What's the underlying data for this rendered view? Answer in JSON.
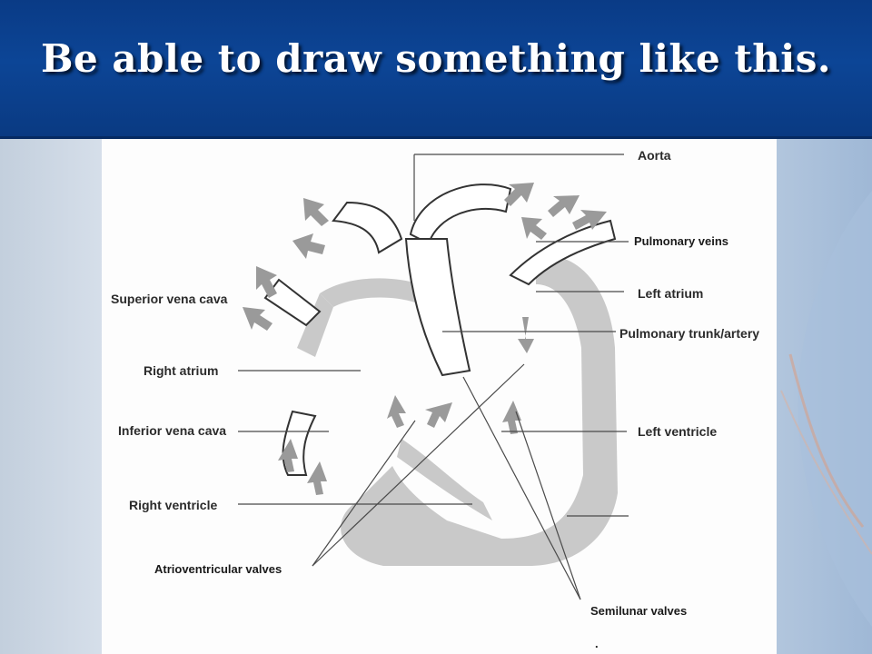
{
  "slide": {
    "title": "Be able to draw something like this."
  },
  "diagram": {
    "labels": {
      "aorta": "Aorta",
      "pulmonary_veins": "Pulmonary veins",
      "left_atrium": "Left atrium",
      "pulmonary_trunk": "Pulmonary  trunk/artery",
      "left_ventricle": "Left ventricle",
      "superior_vena_cava": "Superior vena cava",
      "right_atrium": "Right atrium",
      "inferior_vena_cava": "Inferior vena cava",
      "right_ventricle": "Right ventricle",
      "av_valves": "Atrioventricular valves",
      "semilunar_valves": "Semilunar valves",
      "footnote_dot": "."
    },
    "colors": {
      "title_bar": "#0c4596",
      "heart_wall": "#c9c9c9",
      "arrow": "#9a9a9a",
      "line": "#4a4a4a"
    }
  }
}
